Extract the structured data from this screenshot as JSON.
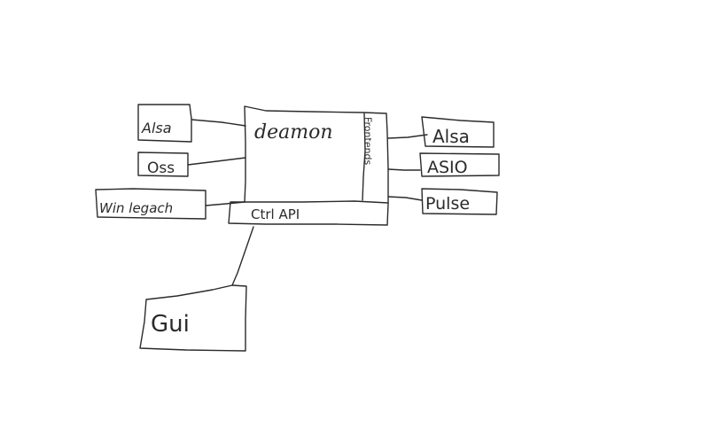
{
  "nodes": {
    "left": [
      {
        "id": "alsa-left",
        "label": "Alsa"
      },
      {
        "id": "oss",
        "label": "Oss"
      },
      {
        "id": "win-legacy",
        "label": "Win legach"
      }
    ],
    "daemon": {
      "label": "deamon",
      "frontend_label": "Frontends",
      "ctrl_label": "Ctrl API"
    },
    "right": [
      {
        "id": "alsa-right",
        "label": "Alsa"
      },
      {
        "id": "asio",
        "label": "ASIO"
      },
      {
        "id": "pulse",
        "label": "Pulse"
      }
    ],
    "gui": {
      "label": "Gui"
    }
  }
}
